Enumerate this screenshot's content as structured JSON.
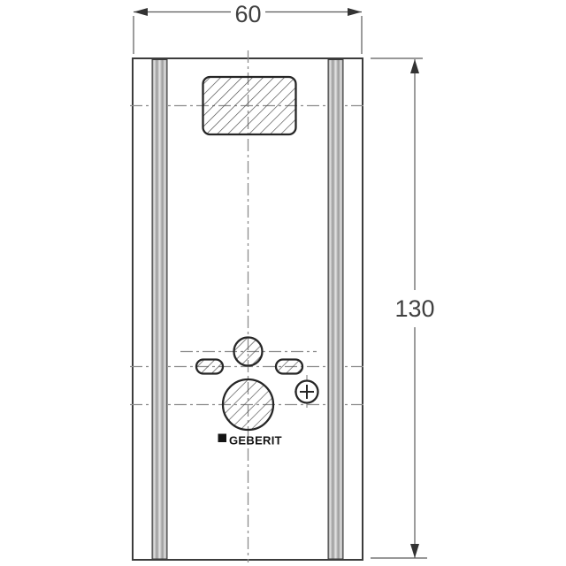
{
  "drawing": {
    "dimensions": {
      "width_label": "60",
      "height_label": "130"
    },
    "brand": {
      "logo_text": "GEBERIT",
      "logo_icon": "filled-square-icon"
    },
    "symbols": {
      "frame": "mounting-frame-outline",
      "left_rail": "left-profile-rail",
      "right_rail": "right-profile-rail",
      "hatched_rect": "flush-plate-opening",
      "small_circle": "small-pipe-opening",
      "left_slot": "left-fixing-slot",
      "right_slot": "right-fixing-slot",
      "large_circle": "drain-pipe-opening",
      "crosshair": "fixing-point-marker"
    },
    "colors": {
      "background": "#ffffff",
      "line": "#3c3c3c",
      "centerline": "#8c8c8c",
      "shape_stroke": "#262626",
      "hatch_stroke": "#4d4d4d",
      "dim": "#5a5a5a",
      "dim_arrow": "#333333",
      "text": "#404040",
      "logo": "#141414",
      "rail_dark": "#4f4f4f",
      "rail_mid": "#9a9a9a",
      "rail_light": "#e6e6e6"
    }
  }
}
